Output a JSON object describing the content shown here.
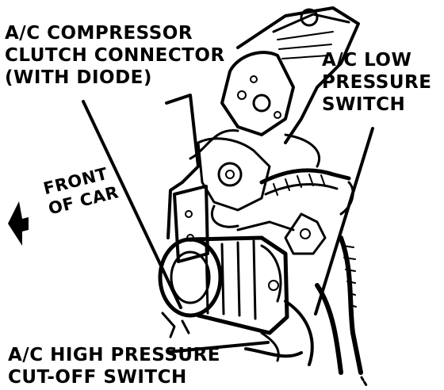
{
  "labels": {
    "clutch_connector": [
      "A/C COMPRESSOR",
      "CLUTCH CONNECTOR",
      "(WITH DIODE)"
    ],
    "low_pressure_switch": [
      "A/C LOW",
      "PRESSURE",
      "SWITCH"
    ],
    "high_pressure_switch": [
      "A/C HIGH PRESSURE",
      "CUT-OFF SWITCH"
    ],
    "front_of_car": [
      "FRONT",
      "OF CAR"
    ]
  },
  "colors": {
    "ink": "#000000",
    "paper": "#ffffff"
  },
  "icons": {
    "direction_arrow": "arrow-left-icon"
  }
}
